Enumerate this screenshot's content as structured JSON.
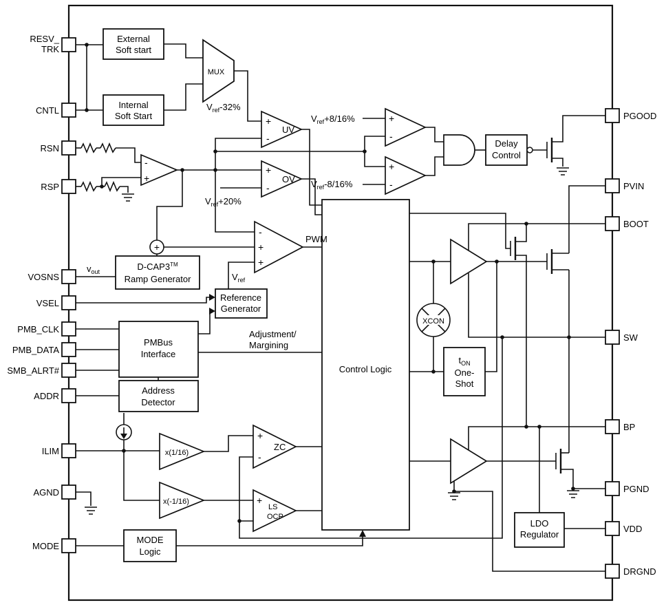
{
  "colors": {
    "line": "#111111",
    "background": "#ffffff"
  },
  "pins": {
    "left": {
      "resv_line1": "RESV_",
      "resv_line2": "TRK",
      "cntl": "CNTL",
      "rsn": "RSN",
      "rsp": "RSP",
      "vosns": "VOSNS",
      "vsel": "VSEL",
      "pmb_clk": "PMB_CLK",
      "pmb_data": "PMB_DATA",
      "smb_alrt": "SMB_ALRT#",
      "addr": "ADDR",
      "ilim": "ILIM",
      "agnd": "AGND",
      "mode": "MODE"
    },
    "right": {
      "pgood": "PGOOD",
      "pvin": "PVIN",
      "boot": "BOOT",
      "sw": "SW",
      "bp": "BP",
      "pgnd": "PGND",
      "vdd": "VDD",
      "drgnd": "DRGND"
    }
  },
  "blocks": {
    "external_ss_1": "External",
    "external_ss_2": "Soft start",
    "internal_ss_1": "Internal",
    "internal_ss_2": "Soft Start",
    "mux": "MUX",
    "uv": "UV",
    "ov": "OV",
    "delay_1": "Delay",
    "delay_2": "Control",
    "dcap3_name": "D-CAP3",
    "dcap3_tm": "TM",
    "dcap3_2": "Ramp Generator",
    "refgen_1": "Reference",
    "refgen_2": "Generator",
    "pmbus_1": "PMBus",
    "pmbus_2": "Interface",
    "adjustment_1": "Adjustment/",
    "adjustment_2": "Margining",
    "address_1": "Address",
    "address_2": "Detector",
    "control_logic": "Control Logic",
    "xcon": "XCON",
    "ton_pre": "t",
    "ton_sub": "ON",
    "ton_2": "One-",
    "ton_3": "Shot",
    "gain_pos": "x(1/16)",
    "gain_neg": "x(-1/16)",
    "zc": "ZC",
    "ls_ocp_1": "LS",
    "ls_ocp_2": "OCP",
    "mode_logic_1": "MODE",
    "mode_logic_2": "Logic",
    "ldo_1": "LDO",
    "ldo_2": "Regulator",
    "pwm": "PWM"
  },
  "signals": {
    "vref_m32": {
      "pre": "V",
      "sub": "ref",
      "post": "-32%"
    },
    "vref_p20": {
      "pre": "V",
      "sub": "ref",
      "post": "+20%"
    },
    "vref_p816": {
      "pre": "V",
      "sub": "ref",
      "post": "+8/16%"
    },
    "vref_m816": {
      "pre": "V",
      "sub": "ref",
      "post": "-8/16%"
    },
    "vout": {
      "pre": "v",
      "sub": "out"
    },
    "vref": {
      "pre": "V",
      "sub": "ref"
    },
    "plus": "+",
    "minus": "-"
  }
}
